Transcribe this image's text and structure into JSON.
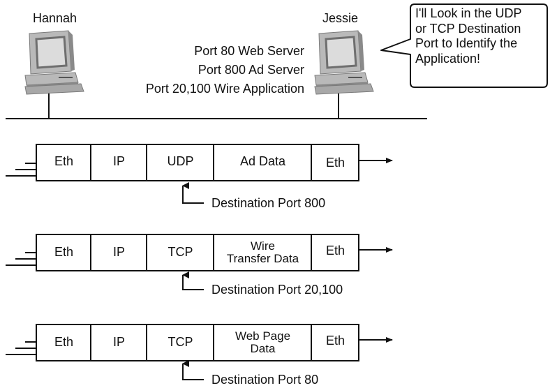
{
  "hosts": {
    "left": {
      "name": "Hannah"
    },
    "right": {
      "name": "Jessie"
    }
  },
  "ports": [
    "Port 80 Web Server",
    "Port 800 Ad Server",
    "Port 20,100 Wire Application"
  ],
  "callout": {
    "lines": [
      "I'll Look in the UDP",
      "or TCP Destination",
      "Port to Identify the",
      "Application!"
    ]
  },
  "frames": [
    {
      "cells": [
        [
          "Eth"
        ],
        [
          "IP"
        ],
        [
          "UDP"
        ],
        [
          "Ad Data"
        ],
        [
          "Eth"
        ]
      ],
      "pointer_label": "Destination Port 800"
    },
    {
      "cells": [
        [
          "Eth"
        ],
        [
          "IP"
        ],
        [
          "TCP"
        ],
        [
          "Wire",
          "Transfer Data"
        ],
        [
          "Eth"
        ]
      ],
      "pointer_label": "Destination Port 20,100"
    },
    {
      "cells": [
        [
          "Eth"
        ],
        [
          "IP"
        ],
        [
          "TCP"
        ],
        [
          "Web Page",
          "Data"
        ],
        [
          "Eth"
        ]
      ],
      "pointer_label": "Destination Port 80"
    }
  ],
  "colors": {
    "line": "#111111",
    "monitor_body": "#b9b9b9",
    "monitor_shadow": "#8a8a8a",
    "screen": "#dcdcdc",
    "screen_frame": "#6f6f6f"
  }
}
